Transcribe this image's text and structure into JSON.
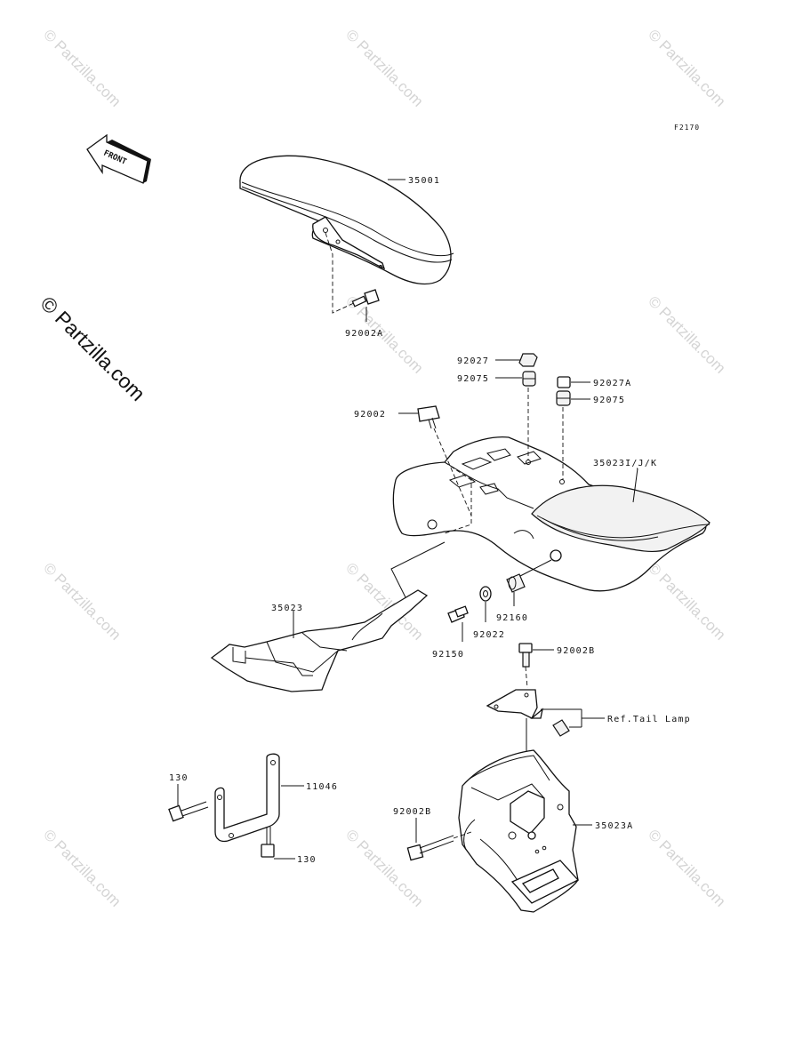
{
  "figure_code": "F2170",
  "front_arrow_label": "FRONT",
  "watermark": "© Partzilla.com",
  "watermark_large": "© Partzilla.com",
  "labels": {
    "p35001": "35001",
    "p92002A": "92002A",
    "p92027": "92027",
    "p92075a": "92075",
    "p92027A": "92027A",
    "p92075b": "92075",
    "p92002": "92002",
    "p35023IJK": "35023I/J/K",
    "p35023": "35023",
    "p92150": "92150",
    "p92022": "92022",
    "p92160": "92160",
    "p92002B_top": "92002B",
    "ref_tail_lamp": "Ref.Tail Lamp",
    "p130_top": "130",
    "p11046": "11046",
    "p130_bottom": "130",
    "p92002B_left": "92002B",
    "p35023A": "35023A"
  }
}
